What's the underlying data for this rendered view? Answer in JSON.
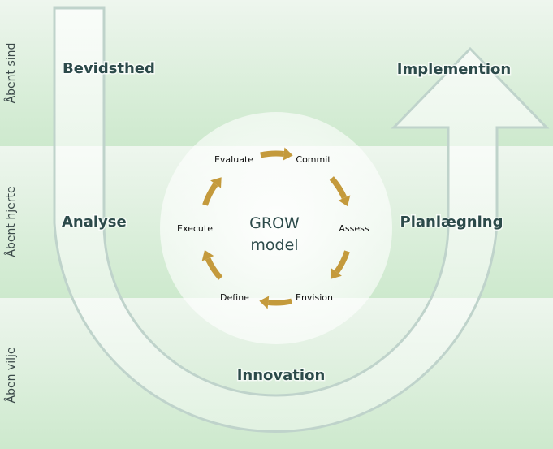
{
  "bands": [
    {
      "label": "Åbent sind"
    },
    {
      "label": "Åbent hjerte"
    },
    {
      "label": "Åben vilje"
    }
  ],
  "stages": {
    "top_left": "Bevidsthed",
    "mid_left": "Analyse",
    "bottom": "Innovation",
    "mid_right": "Planlægning",
    "top_right": "Implemention"
  },
  "cycle": {
    "center_line1": "GROW",
    "center_line2": "model",
    "nodes": [
      "Evaluate",
      "Commit",
      "Assess",
      "Envision",
      "Define",
      "Execute"
    ],
    "arrow_color": "#c49a3c"
  },
  "colors": {
    "band_top": "#eef6ee",
    "band_bottom": "#cde9cd",
    "u_stroke": "#bfd3cb"
  }
}
